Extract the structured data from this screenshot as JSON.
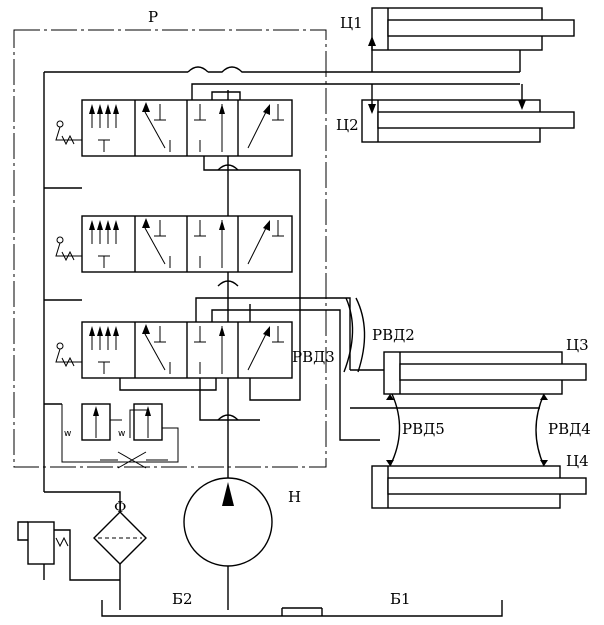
{
  "labels": {
    "distributor": "Р",
    "cyl1": "Ц1",
    "cyl2": "Ц2",
    "cyl3": "Ц3",
    "cyl4": "Ц4",
    "hose2": "РВД2",
    "hose3": "РВД3",
    "hose4": "РВД4",
    "hose5": "РВД5",
    "filter": "Ф",
    "pump": "Н",
    "tank1": "Б1",
    "tank2": "Б2"
  }
}
